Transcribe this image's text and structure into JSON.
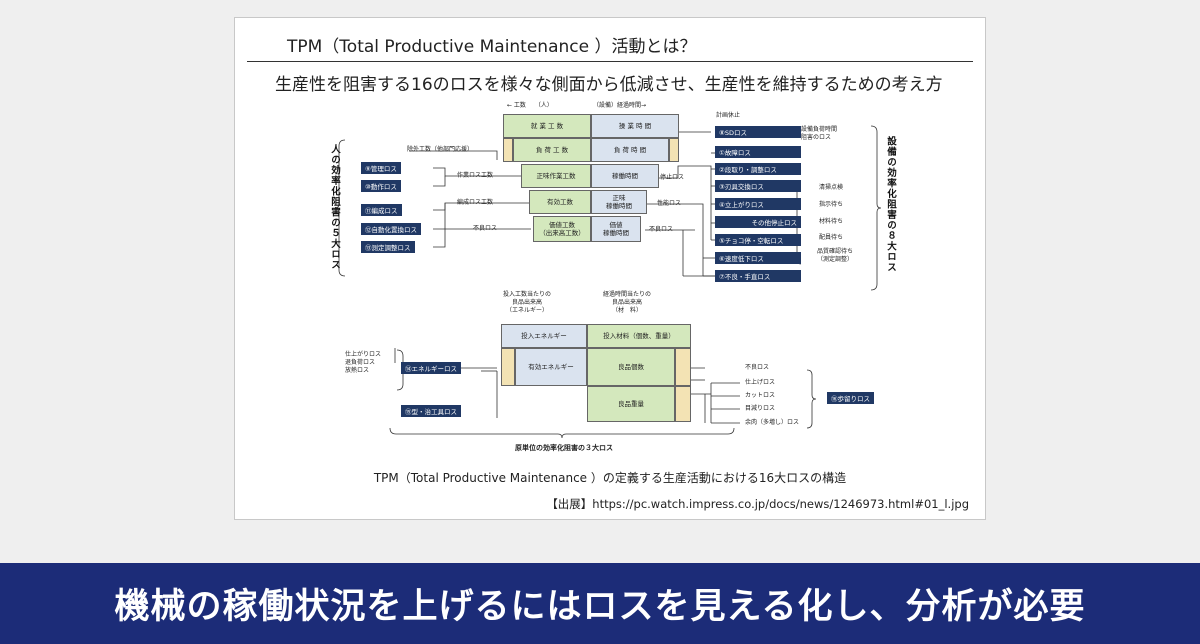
{
  "slide": {
    "title": "TPM（Total Productive Maintenance ）活動とは？",
    "subtitle": "生産性を阻害する16のロスを様々な側面から低減させ、生産性を維持するための考え方",
    "caption": "TPM（Total Productive Maintenance ）の定義する生産活動における16大ロスの構造",
    "source": "【出展】https://pc.watch.impress.co.jp/docs/news/1246973.html#01_l.jpg"
  },
  "diagram": {
    "header_left": "← 工数　　（人）",
    "header_right": "（設備）経過時間→",
    "plan_stop": "計画休止",
    "cells": {
      "shugyo": "就 業 工 数",
      "sougyo": "操 業 時 間",
      "fuka_kosu": "負 荷 工 数",
      "fuka_jikan": "負 荷 時 間",
      "seimi_sagyo": "正味作業工数",
      "kado": "稼働時間",
      "yuko": "有効工数",
      "seimi_kado": "正味\n稼働時間",
      "kachi_kosu": "価値工数\n（出来高工数）",
      "kachi_kado": "価値\n稼働時間"
    },
    "labels": {
      "jogai": "除外工数（他部門応援）",
      "sagyo_loss": "作業ロス工数",
      "hensei_loss": "編成ロス工数",
      "furyo_loss_l": "不良ロス",
      "teishi_loss": "停止ロス",
      "seino_loss": "性能ロス",
      "furyo_loss_r": "不良ロス",
      "setsubi_fuka": "設備負荷時間\n阻害のロス"
    },
    "human_losses": [
      "⑨管理ロス",
      "⑩動作ロス",
      "⑪編成ロス",
      "⑫自動化置換ロス",
      "⑬測定調整ロス"
    ],
    "equip_losses": [
      "⑧SDロス",
      "①故障ロス",
      "②段取り・調整ロス",
      "③刃具交換ロス",
      "④立上がりロス",
      "その他停止ロス",
      "⑤チョコ停・空転ロス",
      "⑥速度低下ロス",
      "⑦不良・手直ロス"
    ],
    "other_stops": [
      "清掃点検",
      "指示待ち",
      "材料待ち",
      "配員待ち",
      "品質確認待ち\n（測定調整）"
    ],
    "left_vertical": "人の効率化阻害の５大ロス",
    "right_vertical": "設備の効率化阻害の８大ロス",
    "lower": {
      "head_left": "投入工数当たりの\n良品出来高\n（エネルギー）",
      "head_right": "経過時間当たりの\n良品出来高\n（材　料）",
      "input_energy": "投入エネルギー",
      "input_material": "投入材料（個数、重量）",
      "effective_energy": "有効エネルギー",
      "good_count": "良品個数",
      "good_weight": "良品重量",
      "left_losses": "仕上がりロス\n退負荷ロス\n放熱ロス",
      "energy_loss": "⑭エネルギーロス",
      "mold_loss": "⑮型・治工具ロス",
      "right_losses": [
        "不良ロス",
        "仕上げロス",
        "カットロス",
        "目減りロス",
        "余肉（多増し）ロス"
      ],
      "yield_loss": "⑯歩留りロス",
      "bottom_label": "原単位の効率化阻害の３大ロス"
    }
  },
  "banner": {
    "text": "機械の稼働状況を上げるにはロスを見える化し、分析が必要"
  }
}
